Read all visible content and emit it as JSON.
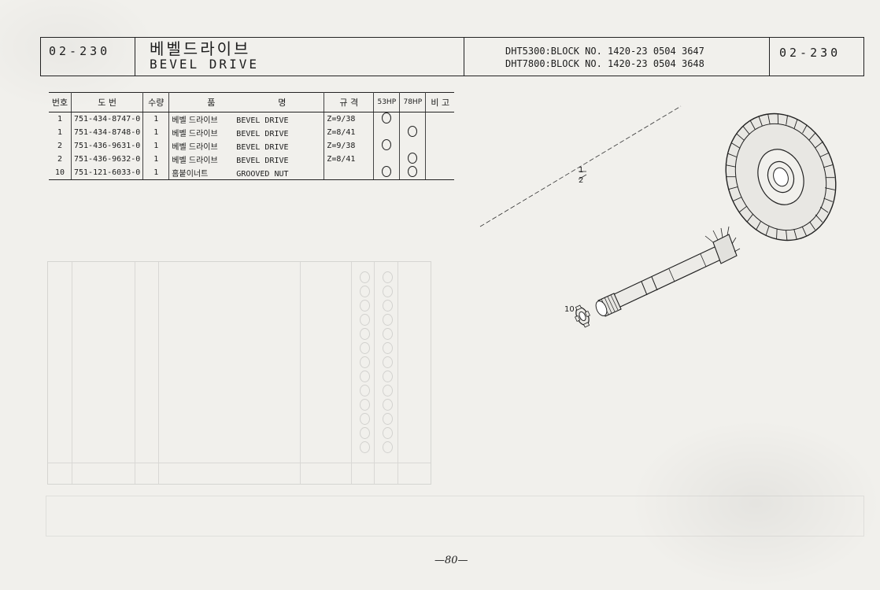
{
  "header": {
    "section_code_left": "02-230",
    "title_korean": "베벨드라이브",
    "title_english": "BEVEL DRIVE",
    "model_line_1": "DHT5300:BLOCK NO. 1420-23 0504 3647",
    "model_line_2": "DHT7800:BLOCK NO. 1420-23 0504 3648",
    "section_code_right": "02-230"
  },
  "table": {
    "columns": {
      "no": "번호",
      "part_number": "도 번",
      "qty": "수량",
      "name_left": "품",
      "name_right": "명",
      "spec": "규 격",
      "hp53": "53HP",
      "hp78": "78HP",
      "note": "비 고"
    },
    "rows": [
      {
        "no": "1",
        "part_number": "751-434-8747-0",
        "qty": "1",
        "name_ko": "베벨 드라이브",
        "name_en": "BEVEL DRIVE",
        "spec": "Z=9/38",
        "hp53": true,
        "hp78": false
      },
      {
        "no": "1",
        "part_number": "751-434-8748-0",
        "qty": "1",
        "name_ko": "베벨 드라이브",
        "name_en": "BEVEL DRIVE",
        "spec": "Z=8/41",
        "hp53": false,
        "hp78": true
      },
      {
        "no": "2",
        "part_number": "751-436-9631-0",
        "qty": "1",
        "name_ko": "베벨 드라이브",
        "name_en": "BEVEL DRIVE",
        "spec": "Z=9/38",
        "hp53": true,
        "hp78": false
      },
      {
        "no": "2",
        "part_number": "751-436-9632-0",
        "qty": "1",
        "name_ko": "베벨 드라이브",
        "name_en": "BEVEL DRIVE",
        "spec": "Z=8/41",
        "hp53": false,
        "hp78": true
      },
      {
        "no": "10",
        "part_number": "751-121-6033-0",
        "qty": "1",
        "name_ko": "홈붙이너트",
        "name_en": "GROOVED NUT",
        "spec": "",
        "hp53": true,
        "hp78": true
      }
    ]
  },
  "diagram": {
    "callouts": [
      "1",
      "2",
      "10"
    ]
  },
  "page_number": "—80—"
}
